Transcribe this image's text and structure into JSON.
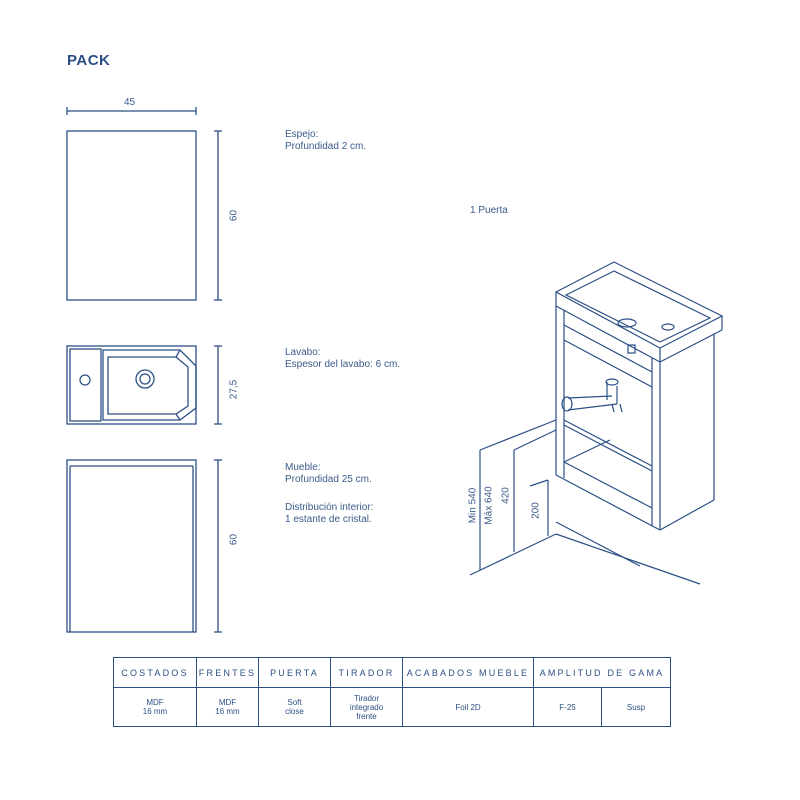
{
  "title": "PACK",
  "dimensions": {
    "top_width": "45",
    "mirror_height": "60",
    "basin_height": "27,5",
    "cabinet_height": "60",
    "min_height": "Min 540",
    "max_height": "Máx 640",
    "height_420": "420",
    "height_200": "200"
  },
  "notes": {
    "mirror": "Espejo:\nProfundidad 2 cm.",
    "basin": "Lavabo:\nEspesor del lavabo: 6 cm.",
    "cabinet": "Mueble:\nProfundidad 25 cm.",
    "interior": "Distribución interior:\n1 estante de cristal.",
    "doors": "1 Puerta"
  },
  "table": {
    "headers": [
      "COSTADOS",
      "FRENTES",
      "PUERTA",
      "TIRADOR",
      "ACABADOS MUEBLE",
      "AMPLITUD DE GAMA"
    ],
    "cells": [
      "MDF\n16 mm",
      "MDF\n16 mm",
      "Soft\nclose",
      "Tirador\nintegrado\nfrente",
      "Foil 2D",
      "F-25",
      "Susp"
    ]
  },
  "colors": {
    "line": "#2c4f85",
    "text": "#3b5b89"
  }
}
